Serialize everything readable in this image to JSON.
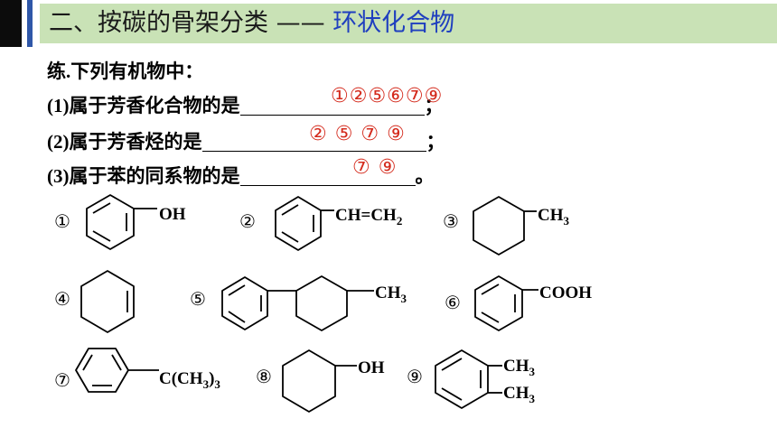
{
  "header": {
    "title_main": "二、按碳的骨架分类 ——",
    "title_accent": "环状化合物"
  },
  "exercise": {
    "intro": "练.下列有机物中：",
    "q1": {
      "text": "(1)属于芳香化合物的是",
      "end": "；",
      "answer": "①②⑤⑥⑦⑨"
    },
    "q2": {
      "text": "(2)属于芳香烃的是",
      "end": "；",
      "answer": "② ⑤ ⑦ ⑨"
    },
    "q3": {
      "text": "(3)属于苯的同系物的是",
      "end": "。",
      "answer": "⑦ ⑨"
    }
  },
  "structures": {
    "s1": {
      "num": "①",
      "sub": "OH"
    },
    "s2": {
      "num": "②",
      "sub": "CH=CH",
      "sub_subscript": "2"
    },
    "s3": {
      "num": "③",
      "sub": "CH",
      "sub_subscript": "3"
    },
    "s4": {
      "num": "④"
    },
    "s5": {
      "num": "⑤",
      "sub": "CH",
      "sub_subscript": "3"
    },
    "s6": {
      "num": "⑥",
      "sub": "COOH"
    },
    "s7": {
      "num": "⑦",
      "sub": "C(CH",
      "sub_mid": "3",
      "sub_close": ")",
      "sub_subscript": "3"
    },
    "s8": {
      "num": "⑧",
      "sub": "OH"
    },
    "s9": {
      "num": "⑨",
      "sub_a": "CH",
      "sub_a_subscript": "3",
      "sub_b": "CH",
      "sub_b_subscript": "3"
    }
  },
  "colors": {
    "header_bar": "#c9e2b6",
    "accent_blue": "#1f3fbf",
    "answer_red": "#d42a1c"
  }
}
